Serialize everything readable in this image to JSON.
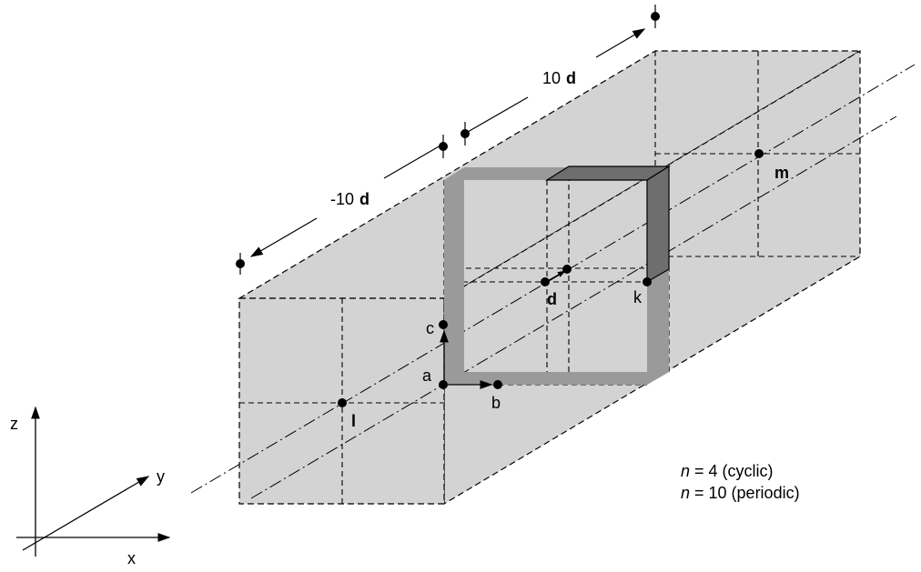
{
  "diagram": {
    "points": {
      "a": "a",
      "b": "b",
      "c": "c",
      "d": "d",
      "k": "k",
      "l": "l",
      "m": "m"
    },
    "dimensions": {
      "positive": "10",
      "positive_vec": "d",
      "negative": "-10",
      "negative_vec": "d"
    },
    "legend": {
      "cyclic": {
        "var": "n",
        "rest": " = 4  (cyclic)"
      },
      "periodic": {
        "var": "n",
        "rest": " = 10  (periodic)"
      }
    },
    "axes": {
      "x": "x",
      "y": "y",
      "z": "z"
    },
    "colors": {
      "box_fill": "#d3d3d3",
      "loop_gray": "#9a9a9a",
      "loop_dark": "#6e6e6e",
      "ink": "#000000"
    }
  }
}
